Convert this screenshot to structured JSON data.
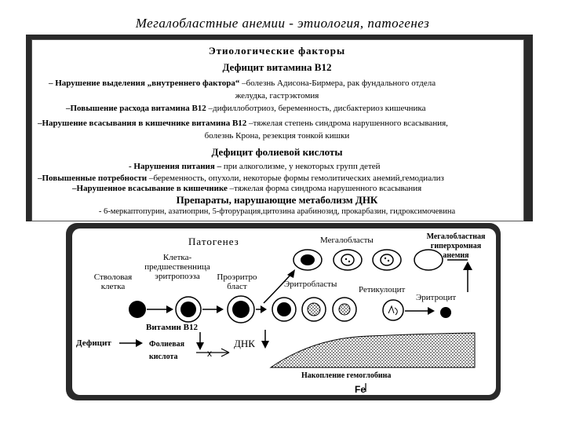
{
  "title": "Мегалобластные анемии - этиология, патогенез",
  "etiology": {
    "heading": "Этиологические факторы",
    "b12": {
      "heading_text": "Дефицит витамина В",
      "heading_sub": "12",
      "l1_bold": "– Нарушение выделения „внутреннего фактора“",
      "l1_rest": " –болезнь Адисона-Бирмера, рак фундального отдела",
      "l2": "желудка, гастрэктомия",
      "l3_bold": "–Повышение расхода витамина В",
      "l3_sub": "12",
      "l3_rest": " –дифиллоботриоз, беременность, дисбактериоз кишечника",
      "l4_bold": "–Нарушение всасывания в кишечнике витамина В12",
      "l4_rest": " –тяжелая степень синдрома нарушенного всасывания,",
      "l5": "болезнь Крона, резекция тонкой кишки"
    },
    "folic": {
      "heading": "Дефицит фолиевой кислоты",
      "l1_bold": "- Нарушения питания –",
      "l1_rest": " при алкоголизме, у некоторых групп детей",
      "l2_bold": "–Повышенные потребности",
      "l2_rest": " –беременность, опухоли, некоторые формы гемолитических анемий,гемодиализ",
      "l3_bold": "–Нарушенное всасывание в кишечнике",
      "l3_rest": " –тяжелая форма синдрома нарушенного всасывания"
    },
    "drugs": {
      "heading": "Препараты, нарушающие метаболизм ДНК",
      "l1": "- 6-меркаптопурин, азатиоприн, 5-фторурация,цитозина арабинозид, прокарбазин, гидроксимочевина"
    }
  },
  "pathogenesis": {
    "heading": "Патогенез",
    "megaloblasts": "Мегалобласты",
    "hyperchromic_l1": "Мегалобластная",
    "hyperchromic_l2": "гиперхромная",
    "hyperchromic_l3": "анемия",
    "progenitor_l1": "Клетка-",
    "progenitor_l2": "предшественница",
    "progenitor_l3": "эритропоэза",
    "stem_l1": "Стволовая",
    "stem_l2": "клетка",
    "proerythro_l1": "Проэритро",
    "proerythro_l2": "бласт",
    "erythroblasts": "Эритробласты",
    "reticulocyte": "Ретикулоцит",
    "erythrocyte": "Эритроцит",
    "vitamin_text": "Витамин В",
    "vitamin_sub": "12",
    "deficit": "Дефицит",
    "folic_l1": "Фолиевая",
    "folic_l2": "кислота",
    "dna": "ДНК",
    "hemoglobin": "Накопление гемоглобина",
    "fe": "Fe"
  }
}
